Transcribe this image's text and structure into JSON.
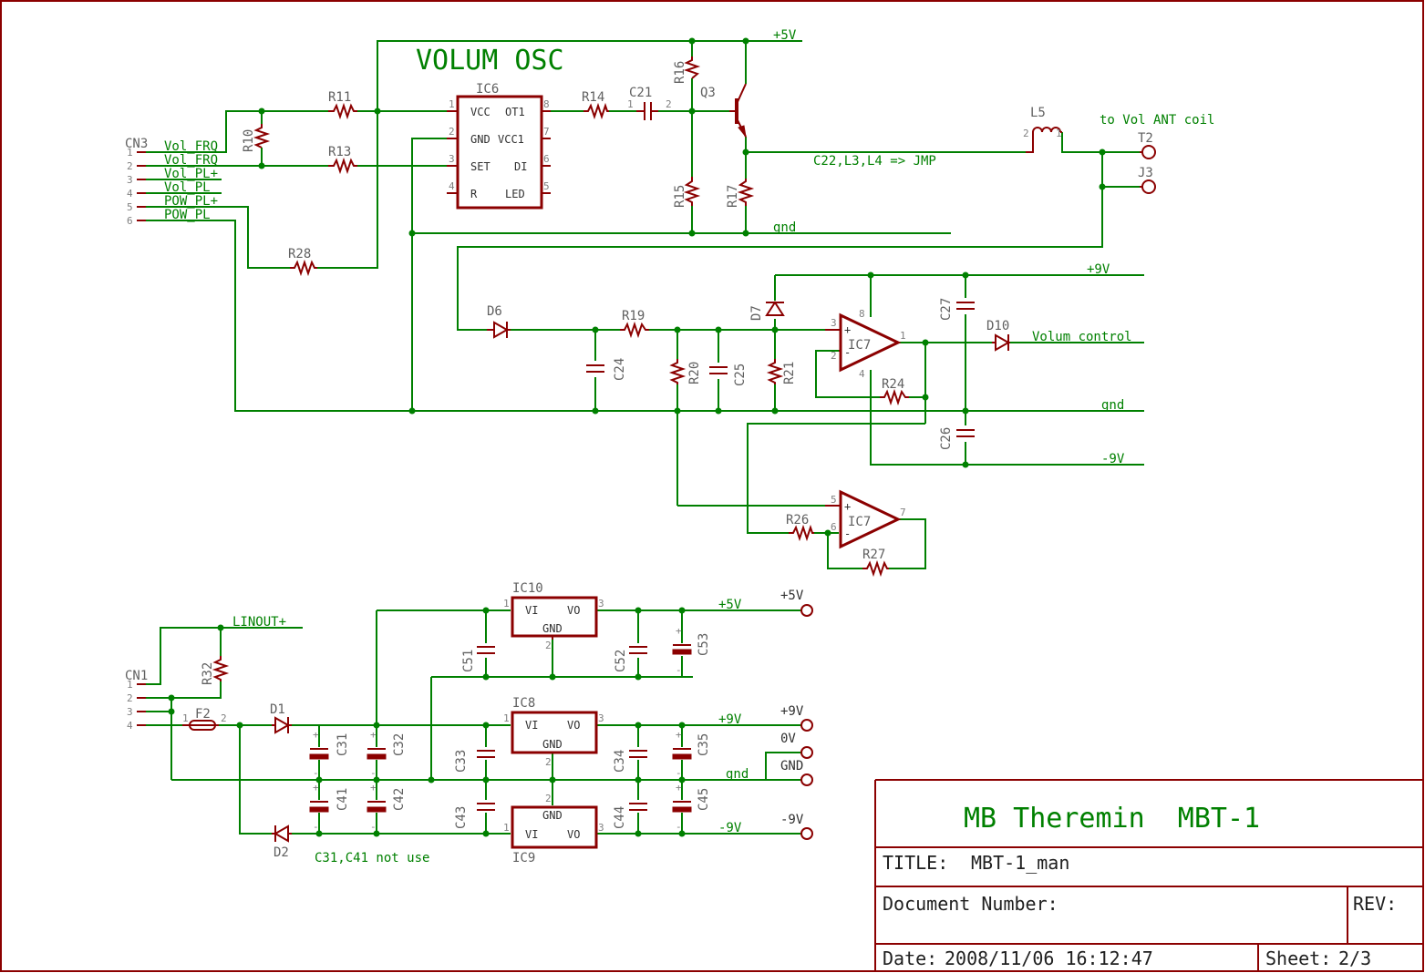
{
  "schematic": {
    "title_block": {
      "project": "MB Theremin  MBT-1",
      "title_label": "TITLE:",
      "title_value": "MBT-1_man",
      "doc_label": "Document Number:",
      "rev_label": "REV:",
      "date_label": "Date:",
      "date_value": "2008/11/06 16:12:47",
      "sheet_label": "Sheet:",
      "sheet_value": "2/3"
    },
    "section_title": "VOLUM OSC",
    "notes": {
      "jmp": "C22,L3,L4 => JMP",
      "ant": "to Vol ANT coil",
      "unused": "C31,C41 not use"
    },
    "nets": {
      "p5v": "+5V",
      "p9v": "+9V",
      "m9v": "-9V",
      "gnd": "gnd",
      "vol_ctrl": "Volum control",
      "lineout": "LINOUT+"
    },
    "cn3": {
      "name": "CN3",
      "pins": [
        "1",
        "2",
        "3",
        "4",
        "5",
        "6"
      ],
      "signals": [
        "Vol_FRQ",
        "Vol_FRQ",
        "Vol_PL+",
        "Vol_PL",
        "POW_PL+",
        "POW_PL"
      ]
    },
    "cn1": {
      "name": "CN1",
      "pins": [
        "1",
        "2",
        "3",
        "4"
      ]
    },
    "ic6": {
      "name": "IC6",
      "left": [
        "VCC",
        "GND",
        "SET",
        "R"
      ],
      "right": [
        "OT1",
        "VCC1",
        "DI",
        "LED"
      ],
      "left_pins": [
        "1",
        "2",
        "3",
        "4"
      ],
      "right_pins": [
        "8",
        "7",
        "6",
        "5"
      ]
    },
    "ic7a": {
      "name": "IC7",
      "pins": [
        "3",
        "2",
        "1",
        "8",
        "4"
      ]
    },
    "ic7b": {
      "name": "IC7",
      "pins": [
        "5",
        "6",
        "7"
      ]
    },
    "reg": {
      "vi": "VI",
      "vo": "VO",
      "gnd": "GND",
      "ic10": "IC10",
      "ic8": "IC8",
      "ic9": "IC9",
      "p1": "1",
      "p2": "2",
      "p3": "3"
    },
    "parts": {
      "R10": "R10",
      "R11": "R11",
      "R13": "R13",
      "R14": "R14",
      "R15": "R15",
      "R16": "R16",
      "R17": "R17",
      "R19": "R19",
      "R20": "R20",
      "R21": "R21",
      "R24": "R24",
      "R26": "R26",
      "R27": "R27",
      "R28": "R28",
      "R32": "R32",
      "C21": "C21",
      "C24": "C24",
      "C25": "C25",
      "C26": "C26",
      "C27": "C27",
      "C31": "C31",
      "C32": "C32",
      "C33": "C33",
      "C34": "C34",
      "C35": "C35",
      "C41": "C41",
      "C42": "C42",
      "C43": "C43",
      "C44": "C44",
      "C45": "C45",
      "C51": "C51",
      "C52": "C52",
      "C53": "C53",
      "D1": "D1",
      "D2": "D2",
      "D6": "D6",
      "D7": "D7",
      "D10": "D10",
      "Q3": "Q3",
      "L5": "L5",
      "F2": "F2",
      "T2": "T2",
      "J3": "J3"
    },
    "terminals": {
      "p5v": "+5V",
      "p9v": "+9V",
      "zero": "0V",
      "gnd": "GND",
      "m9v": "-9V"
    },
    "pin_nums": {
      "one": "1",
      "two": "2"
    },
    "polarity": {
      "plus": "+",
      "minus": "-"
    },
    "colors": {
      "frame": "#8b0000",
      "net": "#008000",
      "symbol": "#8b0000"
    }
  }
}
